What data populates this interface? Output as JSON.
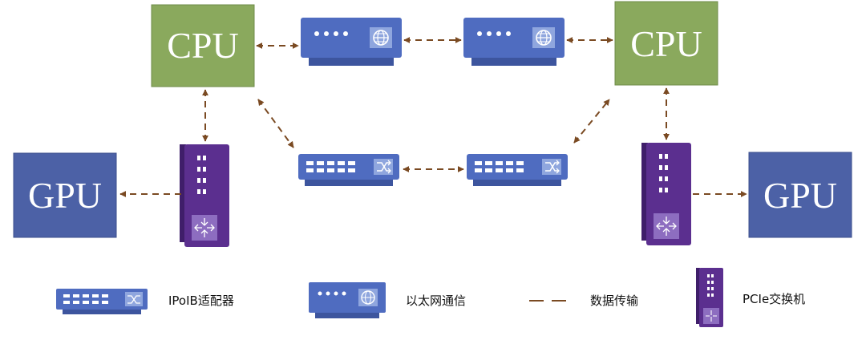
{
  "nodes": {
    "cpu_left": "CPU",
    "cpu_right": "CPU",
    "gpu_left": "GPU",
    "gpu_right": "GPU"
  },
  "legend": {
    "ipoib": "IPoIB适配器",
    "ethernet": "以太网通信",
    "data_transfer": "数据传输",
    "pcie_switch": "PCIe交换机"
  },
  "colors": {
    "cpu": "#8aa95d",
    "gpu": "#4c61a6",
    "device_blue": "#4f6cc0",
    "switch_purple": "#5b2f8f",
    "arrow": "#7a4a22"
  }
}
